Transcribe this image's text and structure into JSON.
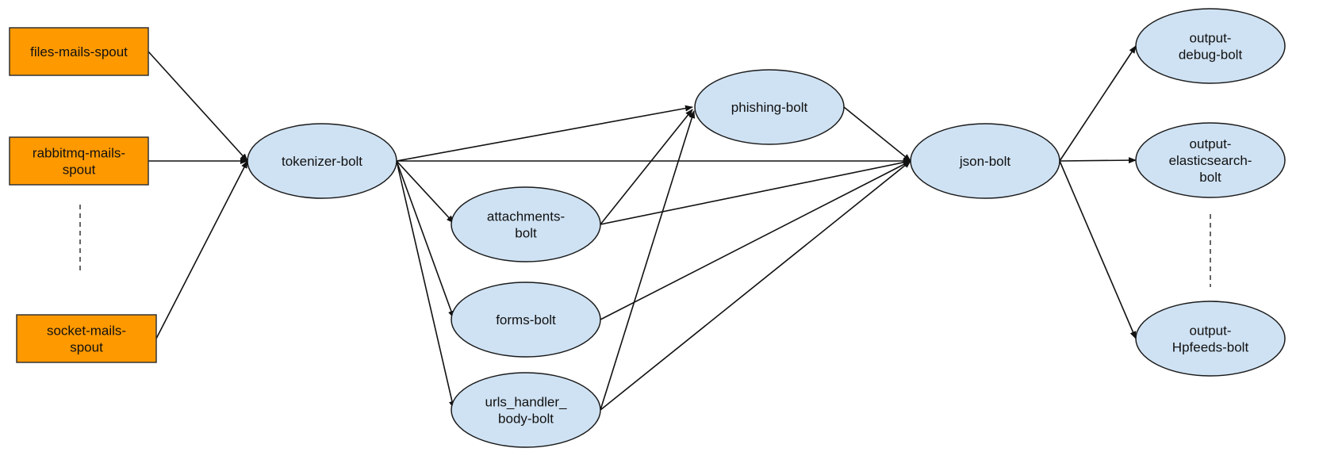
{
  "colors": {
    "spout_fill": "#ff9900",
    "bolt_fill": "#cfe2f3",
    "line": "#111111"
  },
  "nodes": {
    "files_spout": {
      "label_lines": [
        "files-mails-spout"
      ]
    },
    "rabbitmq_spout": {
      "label_lines": [
        "rabbitmq-mails-",
        "spout"
      ]
    },
    "socket_spout": {
      "label_lines": [
        "socket-mails-",
        "spout"
      ]
    },
    "tokenizer": {
      "label_lines": [
        "tokenizer-bolt"
      ]
    },
    "phishing": {
      "label_lines": [
        "phishing-bolt"
      ]
    },
    "attachments": {
      "label_lines": [
        "attachments-",
        "bolt"
      ]
    },
    "forms": {
      "label_lines": [
        "forms-bolt"
      ]
    },
    "urls": {
      "label_lines": [
        "urls_handler_",
        "body-bolt"
      ]
    },
    "json": {
      "label_lines": [
        "json-bolt"
      ]
    },
    "out_debug": {
      "label_lines": [
        "output-",
        "debug-bolt"
      ]
    },
    "out_es": {
      "label_lines": [
        "output-",
        "elasticsearch-",
        "bolt"
      ]
    },
    "out_hpfeeds": {
      "label_lines": [
        "output-",
        "Hpfeeds-bolt"
      ]
    }
  },
  "edges": [
    {
      "from": "files_spout",
      "to": "tokenizer"
    },
    {
      "from": "rabbitmq_spout",
      "to": "tokenizer"
    },
    {
      "from": "socket_spout",
      "to": "tokenizer"
    },
    {
      "from": "tokenizer",
      "to": "phishing"
    },
    {
      "from": "tokenizer",
      "to": "json"
    },
    {
      "from": "tokenizer",
      "to": "attachments"
    },
    {
      "from": "tokenizer",
      "to": "forms"
    },
    {
      "from": "tokenizer",
      "to": "urls"
    },
    {
      "from": "attachments",
      "to": "phishing"
    },
    {
      "from": "urls",
      "to": "phishing"
    },
    {
      "from": "phishing",
      "to": "json"
    },
    {
      "from": "attachments",
      "to": "json"
    },
    {
      "from": "forms",
      "to": "json"
    },
    {
      "from": "urls",
      "to": "json"
    },
    {
      "from": "json",
      "to": "out_debug"
    },
    {
      "from": "json",
      "to": "out_es"
    },
    {
      "from": "json",
      "to": "out_hpfeeds"
    }
  ]
}
